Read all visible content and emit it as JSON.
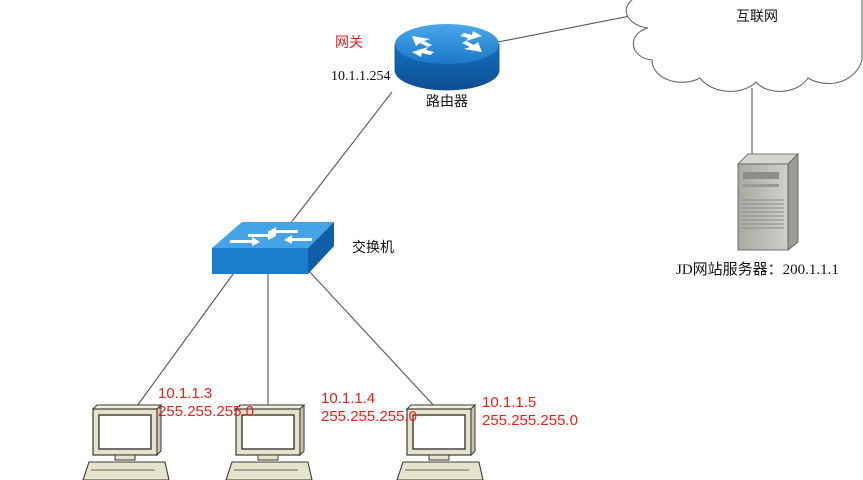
{
  "gateway": {
    "label": "网关",
    "ip": "10.1.1.254"
  },
  "router": {
    "label": "路由器"
  },
  "internet": {
    "label": "互联网"
  },
  "switch": {
    "label": "交换机"
  },
  "server": {
    "label": "JD网站服务器：200.1.1.1"
  },
  "hosts": [
    {
      "ip": "10.1.1.3",
      "mask": "255.255.255.0"
    },
    {
      "ip": "10.1.1.4",
      "mask": "255.255.255.0"
    },
    {
      "ip": "10.1.1.5",
      "mask": "255.255.255.0"
    }
  ],
  "colors": {
    "device_blue": "#1e88d6",
    "device_blue_dark": "#0f5fa8",
    "label_red": "#e8201c",
    "line": "#555555",
    "computer_beige": "#e6e3cc",
    "computer_outline": "#3a3a3a",
    "server_gray": "#b9b9b2"
  }
}
